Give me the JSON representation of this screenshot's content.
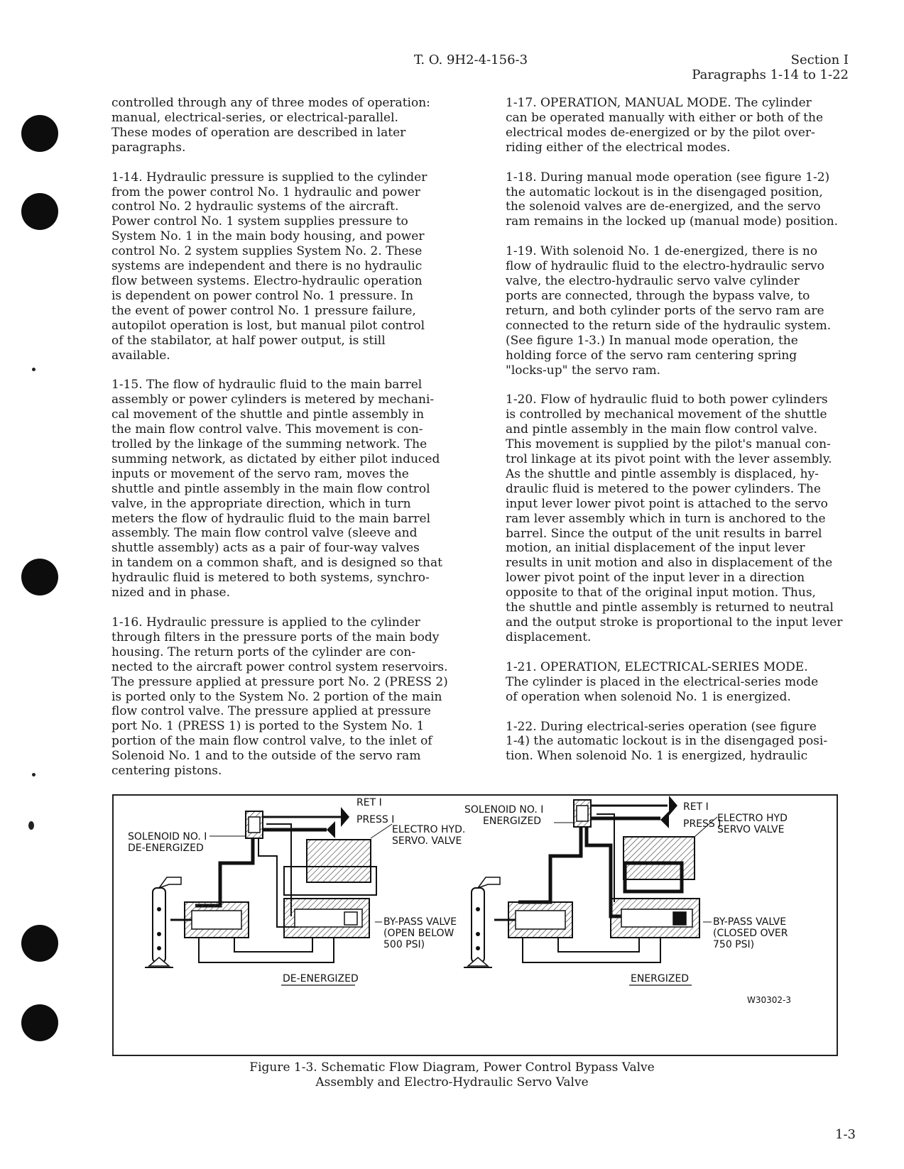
{
  "header": {
    "to_number": "T. O. 9H2-4-156-3",
    "section": "Section I",
    "paragraphs": "Paragraphs 1-14 to 1-22"
  },
  "left_column": [
    "controlled through any of three modes of operation:\nmanual, electrical-series, or electrical-parallel.\nThese modes of operation are described in later\nparagraphs.",
    "1-14.  Hydraulic pressure is supplied to the cylinder\nfrom the power control No. 1 hydraulic and power\ncontrol No. 2 hydraulic systems of the aircraft.\nPower control No. 1 system supplies pressure to\nSystem No. 1 in the main body housing, and power\ncontrol No. 2 system supplies System No. 2.  These\nsystems are independent and there is no hydraulic\nflow between systems.  Electro-hydraulic operation\nis dependent on power control No. 1 pressure.  In\nthe event of power control No. 1 pressure failure,\nautopilot operation is lost, but manual pilot control\nof the stabilator, at half power output, is still\navailable.",
    "1-15.  The flow of hydraulic fluid to the main barrel\nassembly or power cylinders is metered by mechani-\ncal movement of the shuttle and pintle assembly in\nthe main flow control valve.  This movement is con-\ntrolled by the linkage of the summing network.  The\nsumming network, as dictated by either pilot induced\ninputs or movement of the servo ram, moves the\nshuttle and pintle assembly in the main flow control\nvalve, in the appropriate direction, which in turn\nmeters the flow of hydraulic fluid to the main barrel\nassembly.  The main flow control valve (sleeve and\nshuttle assembly) acts as a pair of four-way valves\nin tandem on a common shaft, and is designed so that\nhydraulic fluid is metered to both systems, synchro-\nnized and in phase.",
    "1-16.  Hydraulic pressure is applied to the cylinder\nthrough filters in the pressure ports of the main body\nhousing.  The return ports of the cylinder are con-\nnected to the aircraft power control system reservoirs.\nThe pressure applied at pressure port No. 2 (PRESS 2)\nis ported only to the System No. 2 portion of the main\nflow control valve.  The pressure applied at pressure\nport No. 1 (PRESS 1) is ported to the System No. 1\nportion of the main flow control valve, to the inlet of\nSolenoid No. 1 and to the outside of the servo ram\ncentering pistons."
  ],
  "right_column": [
    "1-17.  OPERATION, MANUAL MODE.  The cylinder\ncan be operated manually with either or both of the\nelectrical modes de-energized or by the pilot over-\nriding either of the electrical modes.",
    "1-18.  During manual mode operation (see figure 1-2)\nthe automatic lockout is in the disengaged position,\nthe solenoid valves are de-energized, and the servo\nram remains in the locked up (manual mode) position.",
    "1-19.  With solenoid No. 1 de-energized, there is no\nflow of hydraulic fluid to the electro-hydraulic servo\nvalve, the electro-hydraulic servo valve cylinder\nports are connected, through the bypass valve, to\nreturn, and both cylinder ports of the servo ram are\nconnected to the return side of the hydraulic system.\n(See figure 1-3.)  In manual mode operation, the\nholding force of the servo ram centering spring\n\"locks-up\" the servo ram.",
    "1-20.  Flow of hydraulic fluid to both power cylinders\nis controlled by mechanical movement of the shuttle\nand pintle assembly in the main flow control valve.\nThis movement is supplied by the pilot's manual con-\ntrol linkage at its pivot point with the lever assembly.\nAs the shuttle and pintle assembly is displaced, hy-\ndraulic fluid is metered to the power cylinders.  The\ninput lever lower pivot point is attached to the servo\nram lever assembly which in turn is anchored to the\nbarrel.  Since the output of the unit results in barrel\nmotion, an initial displacement of the input lever\nresults in unit motion and also in displacement of the\nlower pivot point of the input lever in a direction\nopposite to that of the original input motion.  Thus,\nthe shuttle and pintle assembly is returned to neutral\nand the output stroke is proportional to the input lever\ndisplacement.",
    "1-21.  OPERATION, ELECTRICAL-SERIES MODE.\nThe cylinder is placed in the electrical-series mode\nof operation when solenoid No. 1 is energized.",
    "1-22.  During electrical-series operation (see figure\n1-4) the automatic lockout is in the disengaged posi-\ntion.  When solenoid No. 1 is energized, hydraulic"
  ],
  "figure": {
    "left": {
      "ret": "RET I",
      "press": "PRESS I",
      "solenoid_line1": "SOLENOID NO. I",
      "solenoid_line2": "DE-ENERGIZED",
      "servo_line1": "ELECTRO HYD.",
      "servo_line2": "SERVO. VALVE",
      "bypass_line1": "BY-PASS VALVE",
      "bypass_line2": "(OPEN BELOW",
      "bypass_line3": "500 PSI)",
      "state": "DE-ENERGIZED"
    },
    "right": {
      "ret": "RET I",
      "press": "PRESS I",
      "solenoid_line1": "SOLENOID NO. I",
      "solenoid_line2": "ENERGIZED",
      "servo_line1": "ELECTRO HYD",
      "servo_line2": "SERVO VALVE",
      "bypass_line1": "BY-PASS VALVE",
      "bypass_line2": "(CLOSED OVER",
      "bypass_line3": "750 PSI)",
      "state": "ENERGIZED"
    },
    "code": "W30302-3"
  },
  "caption": "Figure 1-3.  Schematic Flow Diagram, Power Control Bypass Valve\nAssembly and Electro-Hydraulic Servo Valve",
  "page_number": "1-3"
}
